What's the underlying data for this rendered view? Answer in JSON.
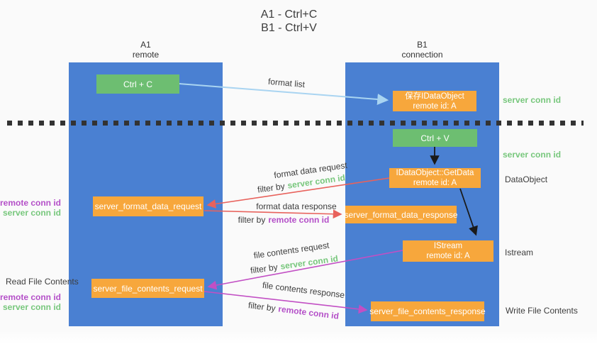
{
  "title": {
    "line1": "A1 - Ctrl+C",
    "line2": "B1 - Ctrl+V"
  },
  "columns": {
    "left": {
      "name": "A1",
      "role": "remote"
    },
    "right": {
      "name": "B1",
      "role": "connection"
    }
  },
  "boxes": {
    "ctrl_c": "Ctrl + C",
    "ctrl_v": "Ctrl + V",
    "save_idataobject_line1": "保存IDataObject",
    "save_idataobject_line2": "remote id: A",
    "getdata_line1": "IDataObject::GetData",
    "getdata_line2": "remote id: A",
    "istream_line1": "IStream",
    "istream_line2": "remote id: A",
    "server_format_data_request": "server_format_data_request",
    "server_format_data_response": "server_format_data_response",
    "server_file_contents_request": "server_file_contents_request",
    "server_file_contents_response": "server_file_contents_response"
  },
  "arrow_labels": {
    "format_list": "format list",
    "format_data_request": "format data request",
    "format_data_response": "format data response",
    "file_contents_request": "file contents request",
    "file_contents_response": "file contents response",
    "filter_by": "filter by",
    "server_conn_id": "server conn id",
    "remote_conn_id": "remote conn id"
  },
  "side_labels": {
    "remote_conn_id": "remote conn id",
    "server_conn_id": "server conn id",
    "read_file_contents": "Read File Contents",
    "write_file_contents": "Write File Contents",
    "dataobject": "DataObject",
    "istream": "Istream"
  },
  "colors": {
    "background": "#fafafa",
    "column_blue": "#4a80d2",
    "box_orange": "#f7a73c",
    "box_green": "#6dbe71",
    "text_green": "#77c77c",
    "text_purple": "#b44fc8",
    "arrow_red": "#e8625c",
    "arrow_magenta": "#c24fc4",
    "arrow_light_blue": "#a9d4f1",
    "arrow_black": "#1a1a1a",
    "dotted_line": "#333333"
  }
}
